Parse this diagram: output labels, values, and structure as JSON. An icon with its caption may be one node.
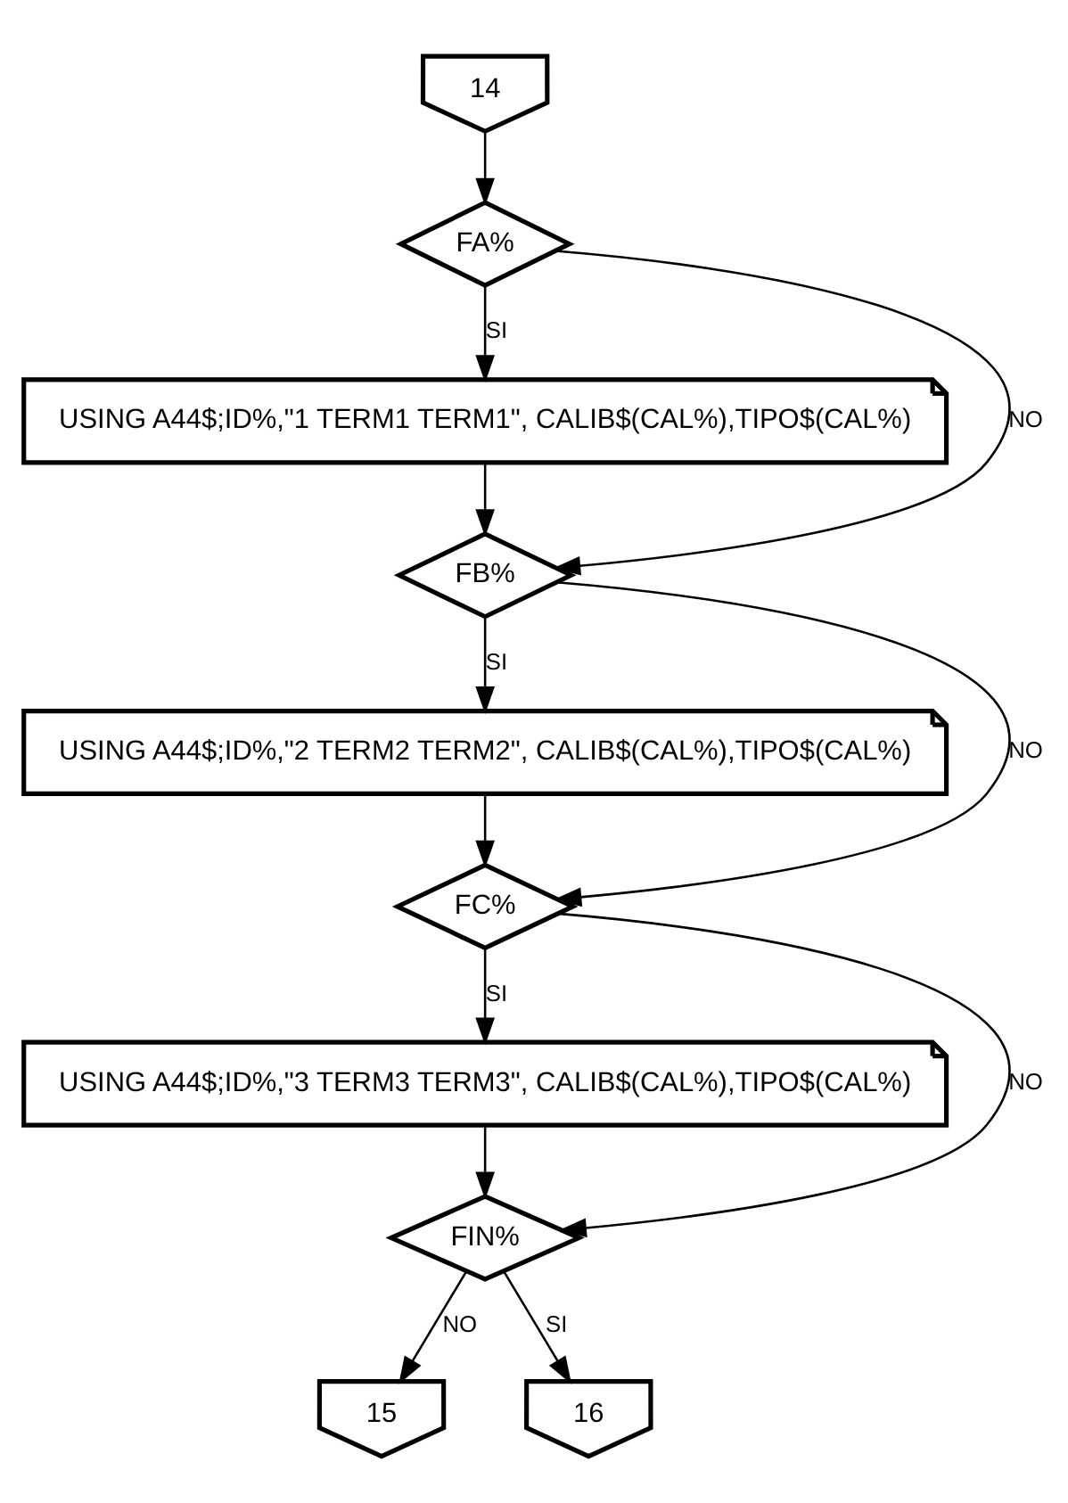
{
  "diagram": {
    "nodes": [
      {
        "text": [
          "14"
        ]
      },
      {
        "text": [
          "FA%"
        ]
      },
      {
        "text": [
          "USING A44$;ID%,\"1 TERM1 TERM1\", CALIB$(CAL%),TIPO$(CAL%)"
        ]
      },
      {
        "text": [
          "FB%"
        ]
      },
      {
        "text": [
          "USING A44$;ID%,\"2 TERM2 TERM2\", CALIB$(CAL%),TIPO$(CAL%)"
        ]
      },
      {
        "text": [
          "FC%"
        ]
      },
      {
        "text": [
          "USING A44$;ID%,\"3 TERM3 TERM3\", CALIB$(CAL%),TIPO$(CAL%)"
        ]
      },
      {
        "text": [
          "FIN%"
        ]
      },
      {
        "text": [
          "15"
        ]
      },
      {
        "text": [
          "16"
        ]
      }
    ],
    "edges": [
      {
        "from": 0,
        "to": 1,
        "arrow": "to"
      },
      {
        "from": 1,
        "to": 2,
        "arrow": "to",
        "label": "SI"
      },
      {
        "from": 1,
        "to": 3,
        "arrow": "to",
        "label": "NO"
      },
      {
        "from": 2,
        "to": 3,
        "arrow": "to"
      },
      {
        "from": 3,
        "to": 4,
        "arrow": "to",
        "label": "SI"
      },
      {
        "from": 3,
        "to": 5,
        "arrow": "to",
        "label": "NO"
      },
      {
        "from": 4,
        "to": 5,
        "arrow": "to"
      },
      {
        "from": 5,
        "to": 6,
        "arrow": "to",
        "label": "SI"
      },
      {
        "from": 5,
        "to": 7,
        "arrow": "to",
        "label": "NO"
      },
      {
        "from": 6,
        "to": 7,
        "arrow": "to"
      },
      {
        "from": 7,
        "to": 8,
        "arrow": "to",
        "label": "NO"
      },
      {
        "from": 7,
        "to": 9,
        "arrow": "to",
        "label": "SI"
      }
    ]
  }
}
